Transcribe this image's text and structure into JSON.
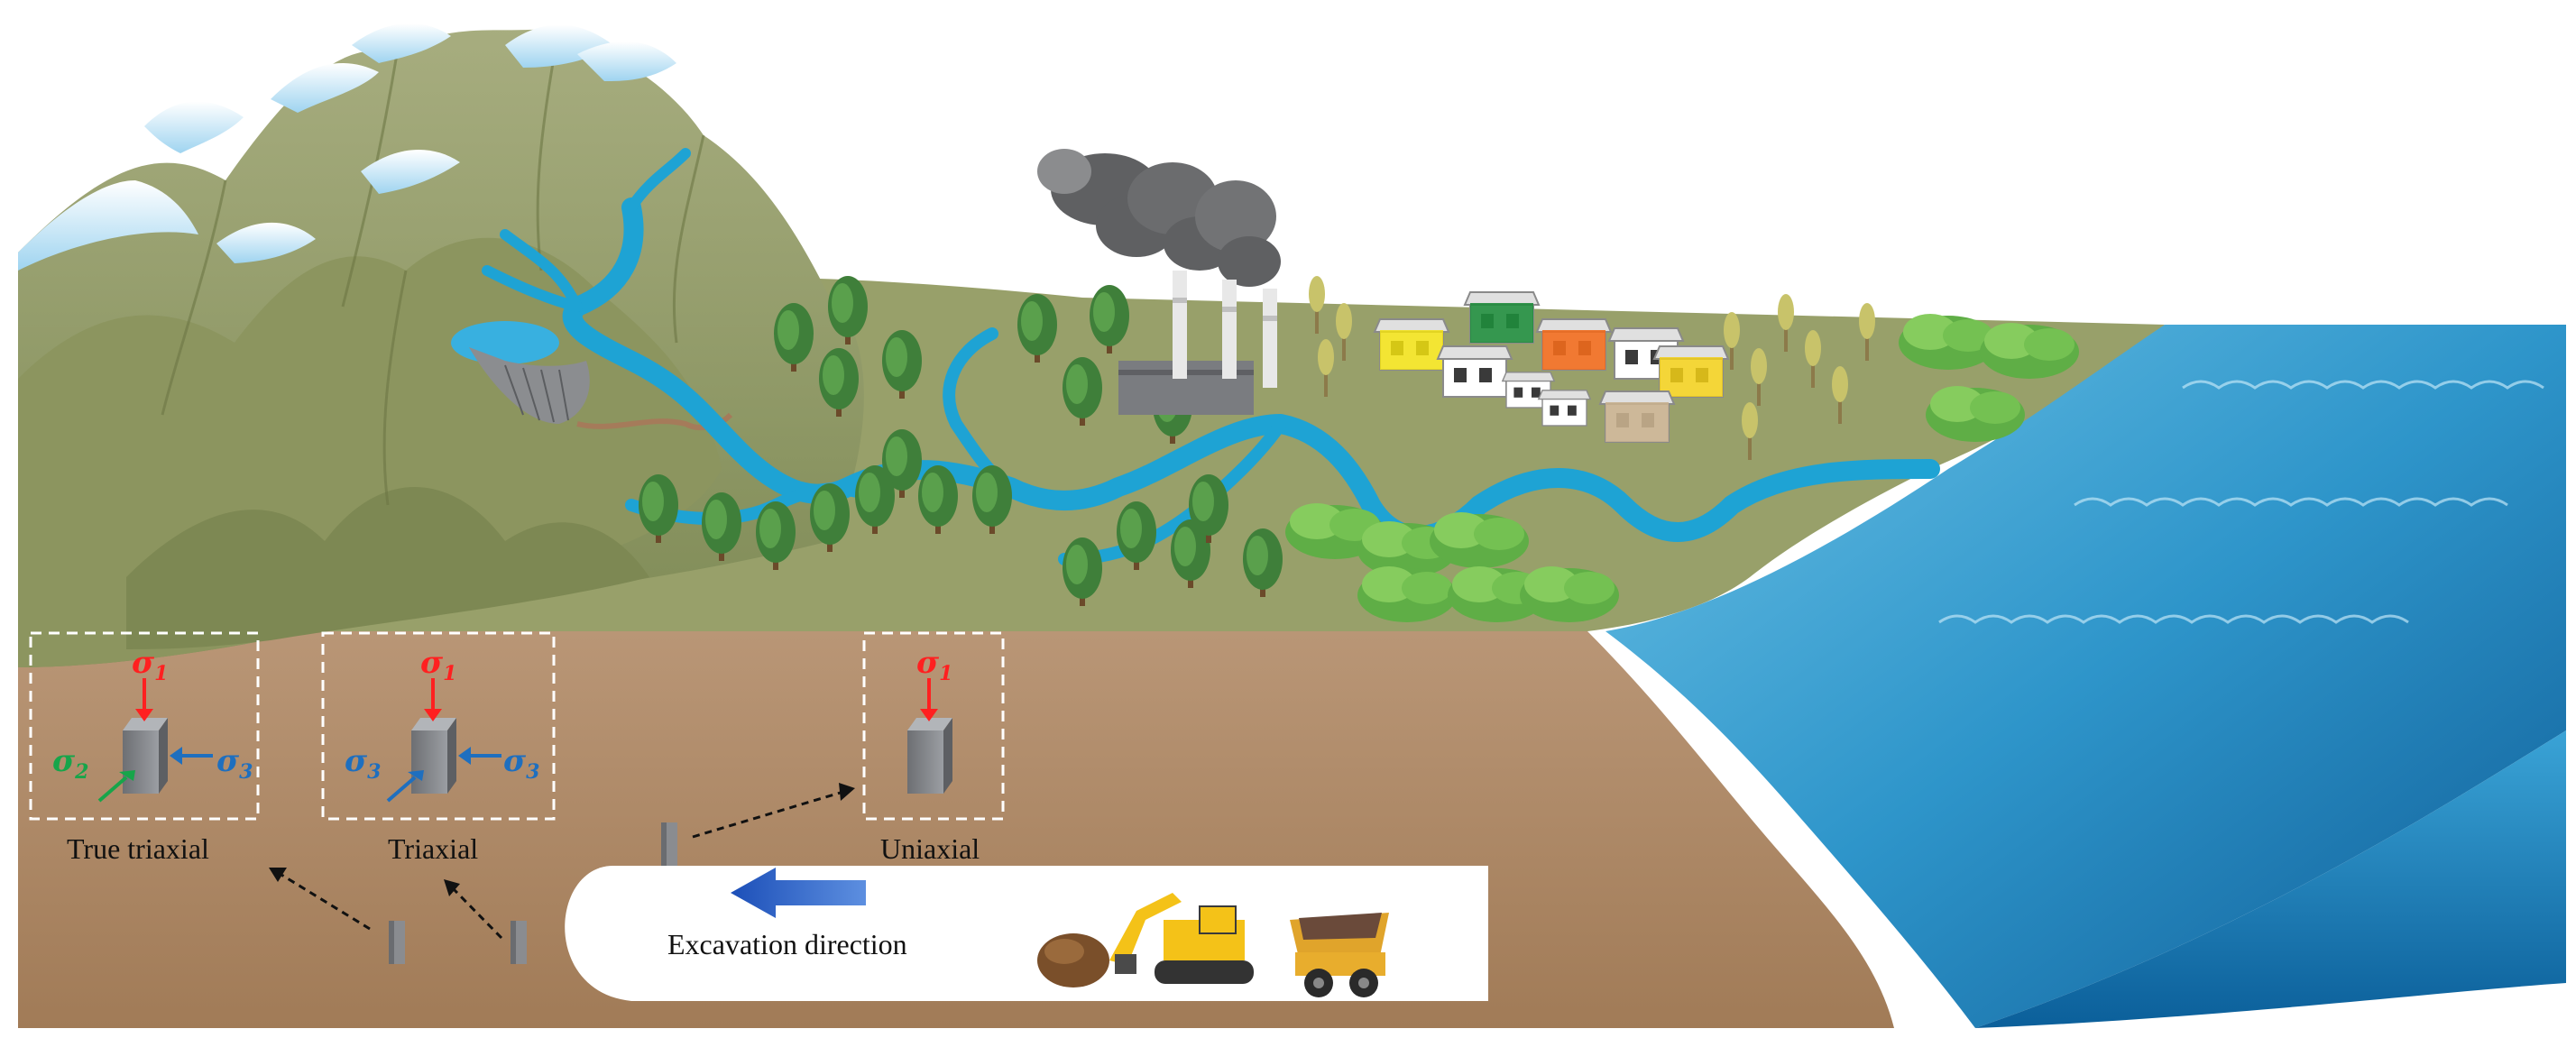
{
  "colors": {
    "ground": "#b08a68",
    "mountain": "#8f9a66",
    "snow": "#dfeef8",
    "river": "#1e9fd0",
    "sea": "#2f93c8",
    "tunnel": "#ffffff",
    "sigma1": "#ff2020",
    "sigma2": "#17a54a",
    "sigma3": "#1e6fbf",
    "arrow_blue": "#1f5fc0"
  },
  "labels": {
    "true_triaxial": "True triaxial",
    "triaxial": "Triaxial",
    "uniaxial": "Uniaxial",
    "excavation": "Excavation direction"
  },
  "stress": {
    "symbol": "σ",
    "s1": "1",
    "s2": "2",
    "s3": "3"
  },
  "icons": [
    "mountain-icon",
    "snow-cap-icon",
    "reservoir-dam-icon",
    "river-icon",
    "tree-icon",
    "factory-chimney-icon",
    "smoke-icon",
    "house-icon",
    "sea-icon",
    "excavator-icon",
    "dump-truck-icon",
    "rock-specimen-icon"
  ]
}
